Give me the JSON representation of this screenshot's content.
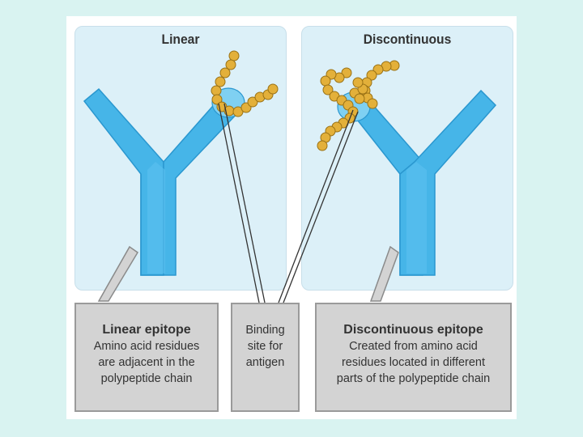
{
  "panels": {
    "left_title": "Linear",
    "right_title": "Discontinuous"
  },
  "boxes": {
    "linear": {
      "title": "Linear epitope",
      "lines": [
        "Amino acid residues",
        "are adjacent in the",
        "polypeptide chain"
      ]
    },
    "binding": {
      "lines": [
        "Binding",
        "site for",
        "antigen"
      ]
    },
    "discontinuous": {
      "title": "Discontinuous epitope",
      "lines": [
        "Created from amino acid",
        "residues located in different",
        "parts of the polypeptide chain"
      ]
    }
  },
  "colors": {
    "antibody": "#46b5e8",
    "antibody_dark": "#2a97cf",
    "bead": "#e3b03a",
    "panel": "#dcf0f8"
  }
}
